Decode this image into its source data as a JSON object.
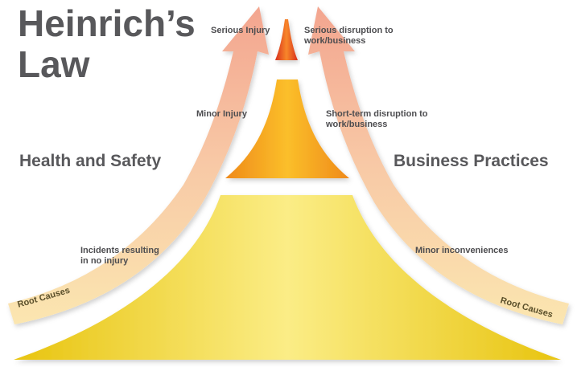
{
  "title": "Heinrich’s\nLaw",
  "left_heading": "Health and Safety",
  "right_heading": "Business Practices",
  "levels": [
    {
      "left": "Serious Injury",
      "right": "Serious disruption to\nwork/business"
    },
    {
      "left": "Minor Injury",
      "right": "Short-term disruption to\nwork/business"
    },
    {
      "left": "Incidents resulting\nin no injury",
      "right": "Minor inconveniences"
    }
  ],
  "arrows": {
    "left_label": "Root Causes",
    "right_label": "Root Causes"
  },
  "colors": {
    "top_tier": "#e8472a",
    "middle_tier": "#f39a1f",
    "base_tier": "#f7d21c",
    "arrow": "#f4b49a",
    "text": "#58585b"
  }
}
